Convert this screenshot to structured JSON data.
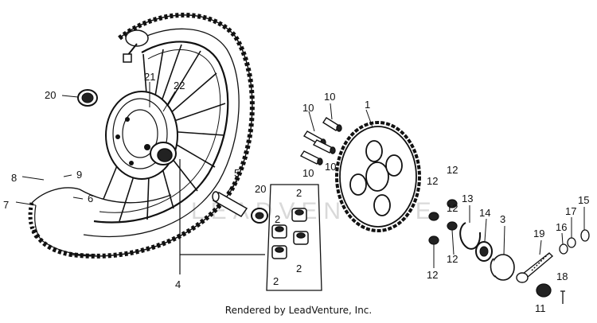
{
  "diagram": {
    "footer_text": "Rendered by LeadVenture, Inc.",
    "watermark_text": "LEADVENTURE",
    "callouts": {
      "c1": "1",
      "c2a": "2",
      "c2b": "2",
      "c2c": "2",
      "c2d": "2",
      "c3": "3",
      "c4": "4",
      "c5": "5",
      "c6": "6",
      "c7": "7",
      "c8": "8",
      "c9": "9",
      "c10a": "10",
      "c10b": "10",
      "c10c": "10",
      "c10d": "10",
      "c11": "11",
      "c12a": "12",
      "c12b": "12",
      "c12c": "12",
      "c12d": "12",
      "c12e": "12",
      "c13": "13",
      "c14": "14",
      "c15": "15",
      "c16": "16",
      "c17": "17",
      "c18": "18",
      "c19": "19",
      "c20a": "20",
      "c20b": "20",
      "c21": "21",
      "c22": "22"
    }
  }
}
